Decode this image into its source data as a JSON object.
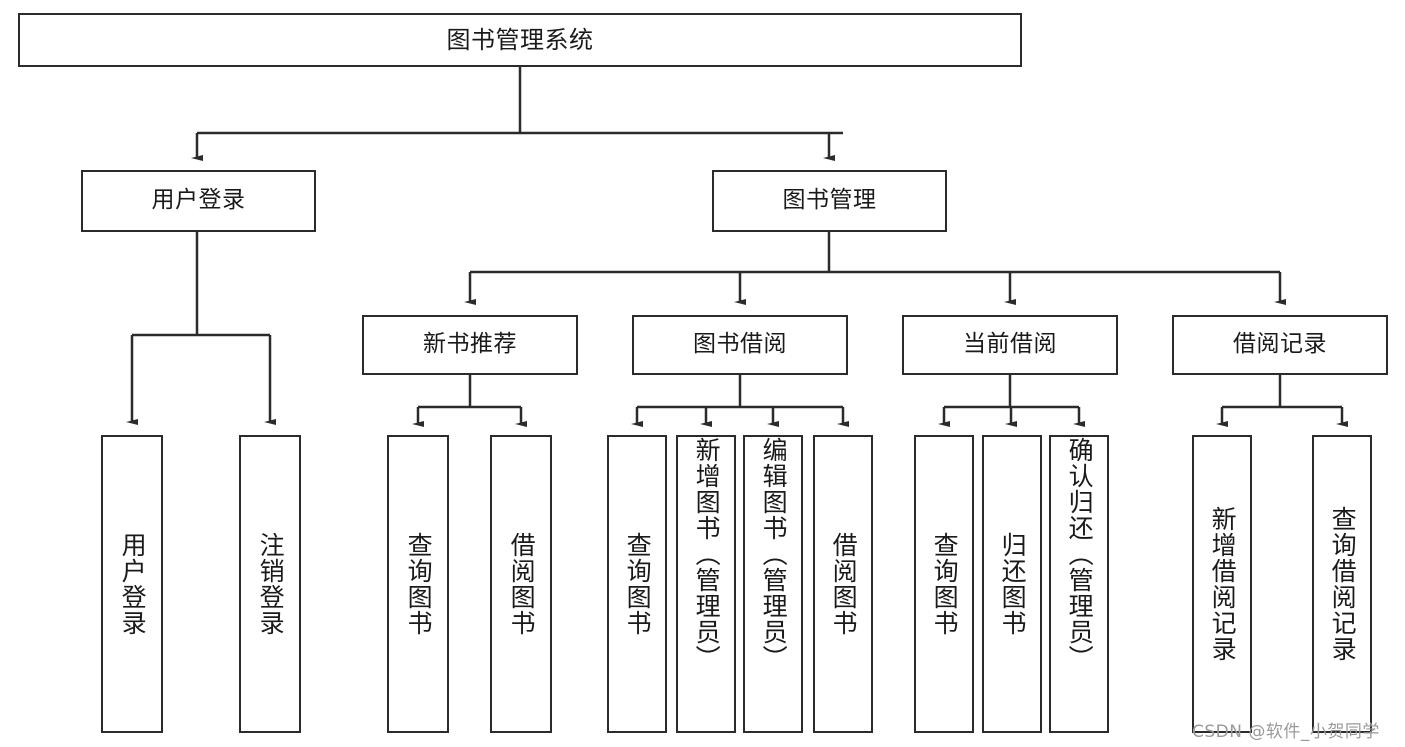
{
  "diagram": {
    "title": "图书管理系统",
    "type": "tree-hierarchy-diagram",
    "root": {
      "label": "图书管理系统"
    },
    "level2": [
      {
        "label": "用户登录"
      },
      {
        "label": "图书管理"
      }
    ],
    "level3": [
      {
        "label": "新书推荐"
      },
      {
        "label": "图书借阅"
      },
      {
        "label": "当前借阅"
      },
      {
        "label": "借阅记录"
      }
    ],
    "leaves": {
      "user_login": [
        {
          "label": "用户登录"
        },
        {
          "label": "注销登录"
        }
      ],
      "new_book_recommend": [
        {
          "label": "查询图书"
        },
        {
          "label": "借阅图书"
        }
      ],
      "book_borrow": [
        {
          "label": "查询图书"
        },
        {
          "label": "新增图书（管理员）"
        },
        {
          "label": "编辑图书（管理员）"
        },
        {
          "label": "借阅图书"
        }
      ],
      "current_borrow": [
        {
          "label": "查询图书"
        },
        {
          "label": "归还图书"
        },
        {
          "label": "确认归还（管理员）"
        }
      ],
      "borrow_record": [
        {
          "label": "新增借阅记录"
        },
        {
          "label": "查询借阅记录"
        }
      ]
    }
  },
  "watermark": {
    "text": "CSDN @软件_小贺同学"
  },
  "colors": {
    "stroke": "#2b2b2b",
    "fill": "#ffffff",
    "text": "#1a1a1a",
    "watermark": "#9a9a9a"
  }
}
